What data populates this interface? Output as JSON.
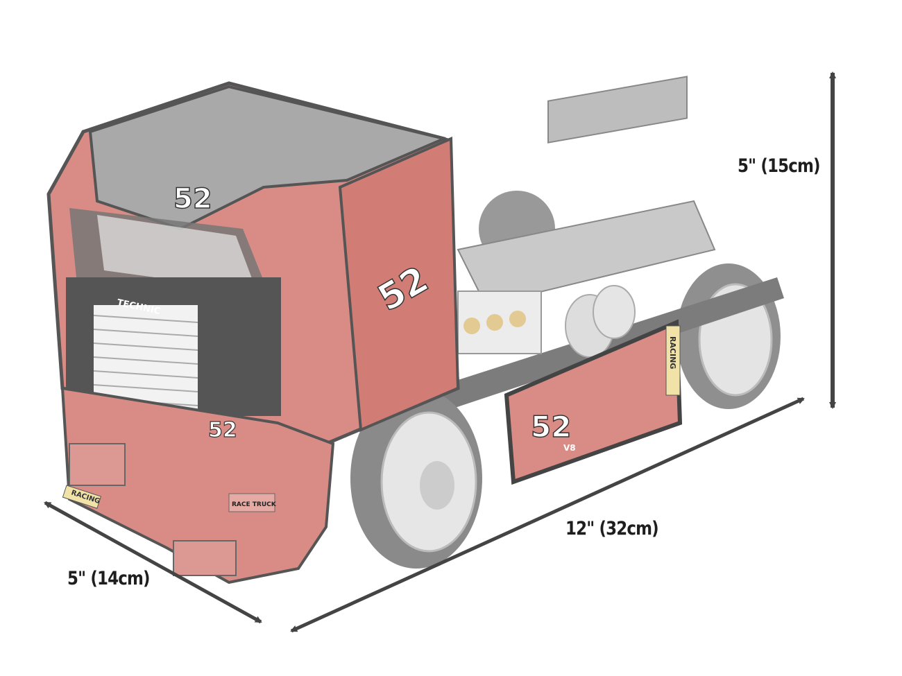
{
  "dimensions": {
    "height": {
      "label": "5\" (15cm)"
    },
    "length": {
      "label": "12\" (32cm)"
    },
    "width": {
      "label": "5\" (14cm)"
    }
  },
  "colors": {
    "body_red": "#d98c86",
    "body_dark": "#8a8a8a",
    "tire": "#9a9a9a",
    "arrow": "#444444",
    "text": "#1e1e1e"
  },
  "product_decals": [
    "52",
    "RACING",
    "TECHNIC",
    "RACE TRUCK",
    "V8"
  ]
}
